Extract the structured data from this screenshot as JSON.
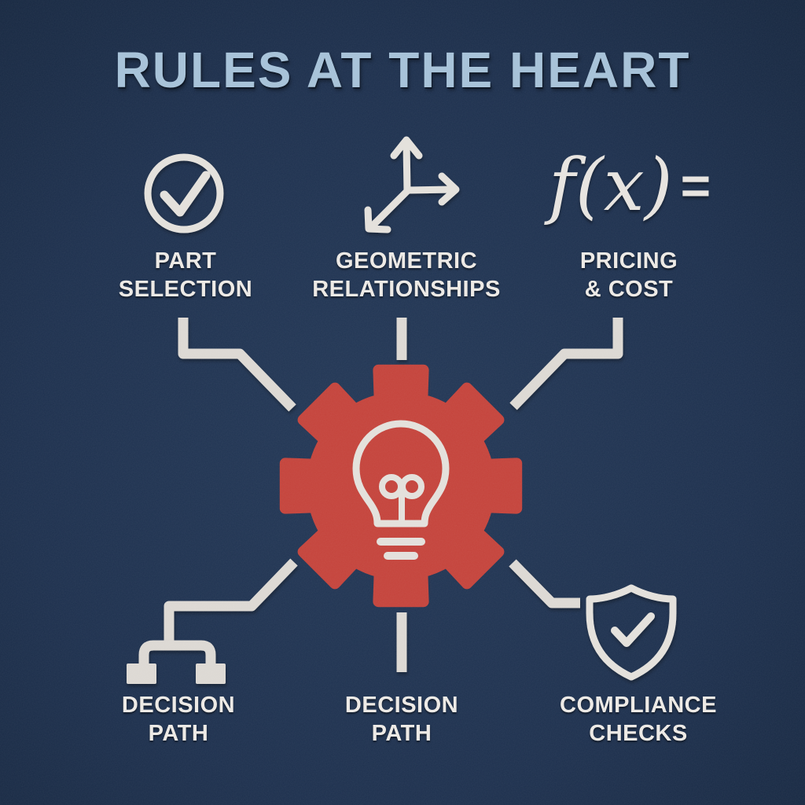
{
  "title": "RULES AT THE HEART",
  "colors": {
    "background": "#1b2d4a",
    "title_blue": "#a8c3d9",
    "gear_red": "#c4423a",
    "line_white": "#dcd8d3",
    "label_white": "#edeae6"
  },
  "center": {
    "icon": "gear-lightbulb-icon"
  },
  "pricing_icon": {
    "fx_text": "f(x)",
    "equals_text": "="
  },
  "nodes": [
    {
      "id": "part-selection",
      "icon": "check-circle-icon",
      "line1": "PART",
      "line2": "SELECTION"
    },
    {
      "id": "geometric-relationships",
      "icon": "axes-arrows-icon",
      "line1": "GEOMETRIC",
      "line2": "RELATIONSHIPS"
    },
    {
      "id": "pricing-cost",
      "icon": "function-fx-icon",
      "line1": "PRICING",
      "line2": "& COST"
    },
    {
      "id": "decision-path-left",
      "icon": "tree-branch-icon",
      "line1": "DECISION",
      "line2": "PATH"
    },
    {
      "id": "decision-path-center",
      "icon": "connector-line",
      "line1": "DECISION",
      "line2": "PATH"
    },
    {
      "id": "compliance-checks",
      "icon": "shield-check-icon",
      "line1": "COMPLIANCE",
      "line2": "CHECKS"
    }
  ]
}
